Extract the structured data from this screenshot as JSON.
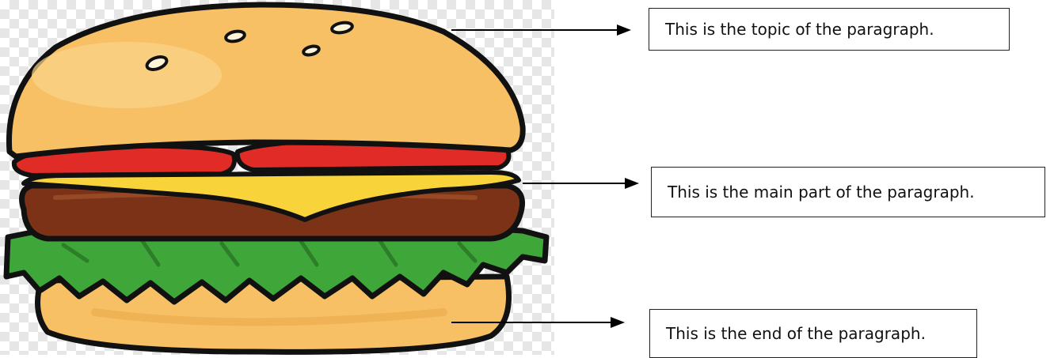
{
  "labels": {
    "top": "This is the topic of the paragraph.",
    "middle": "This is the main part of the paragraph.",
    "bottom": "This is the end of the paragraph."
  },
  "colors": {
    "bun": "#F7C065",
    "bun_highlight": "#FAD58A",
    "tomato": "#E02B27",
    "cheese": "#F9D33A",
    "patty": "#7B3217",
    "lettuce": "#3FA63A",
    "outline": "#111111"
  },
  "icons": {
    "burger": "hamburger-illustration",
    "arrow": "arrow-right-icon"
  }
}
